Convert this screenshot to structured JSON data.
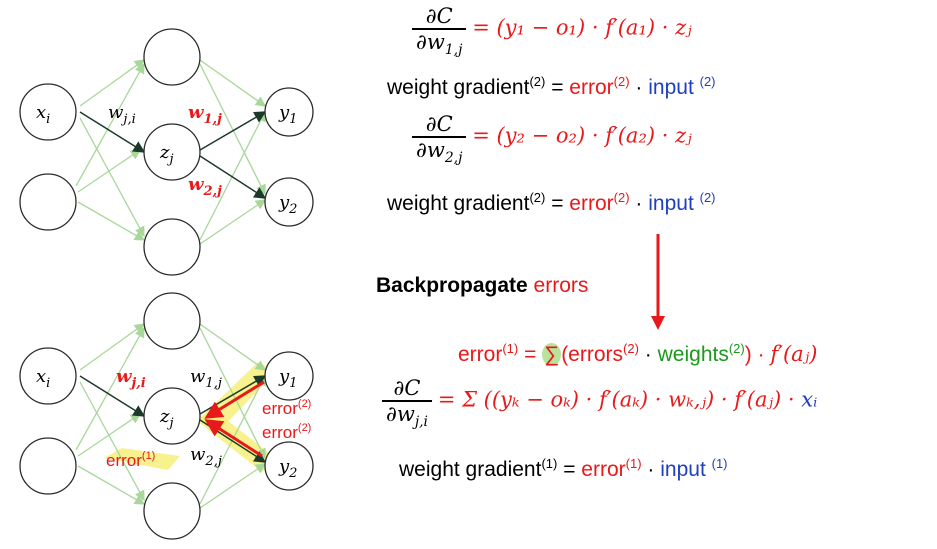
{
  "network": {
    "node_labels": {
      "x": "x",
      "x_sub": "i",
      "z": "z",
      "z_sub": "j",
      "y": "y",
      "y1_sub": "1",
      "y2_sub": "2"
    },
    "weights": {
      "w": "w",
      "ji": "j,i",
      "one_j": "1,j",
      "two_j": "2,j"
    },
    "annotations": {
      "error": "error",
      "sup2": "(2)",
      "sup1": "(1)"
    }
  },
  "equations": {
    "dC": "∂C",
    "dw": "∂w",
    "sub_1j": "1,j",
    "sub_2j": "2,j",
    "sub_ji": "j,i",
    "rhs1": "= (y₁ − o₁) · f′(a₁) · zⱼ",
    "rhs2": "= (y₂ − o₂) · f′(a₂) · zⱼ",
    "rhs3_a": "= Σ ",
    "rhs3_b": "((yₖ − oₖ) · f′(aₖ) · wₖ,ⱼ) · f′(aⱼ) · ",
    "rhs3_c": "xᵢ",
    "wg_text": "weight gradient",
    "eq_sign": " = ",
    "error_word": "error",
    "dot": " · ",
    "input_word": "input ",
    "sup1": "(1)",
    "sup2": "(2)",
    "backprop_bold": "Backpropagate",
    "backprop_red": " errors",
    "err1_lhs": "error",
    "err1_eq": " = ",
    "sigma": "∑",
    "errors_open": "(errors",
    "weights_word": "weights",
    "err1_tail": ") · ",
    "faj": "f′(aⱼ)"
  },
  "colors": {
    "red": "#e8191a",
    "blue": "#1f3fbf",
    "green": "#1a9a1a",
    "edge": "#a8d79a",
    "highlight": "#f6ef7a"
  }
}
